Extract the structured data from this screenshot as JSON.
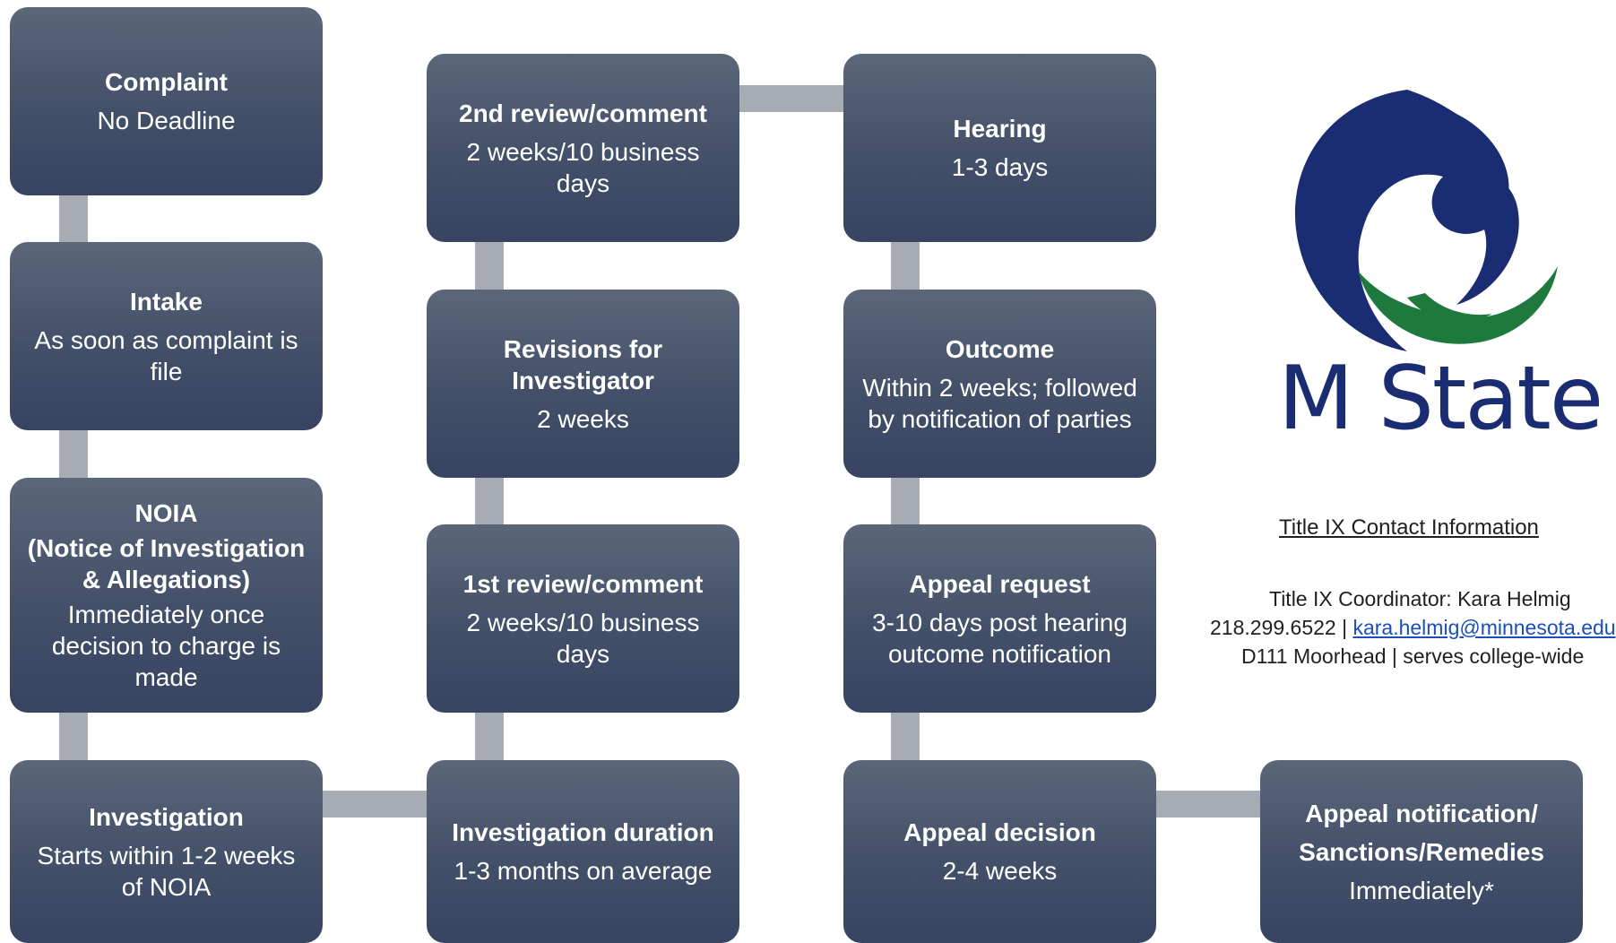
{
  "steps": {
    "complaint": {
      "title": "Complaint",
      "detail": "No Deadline"
    },
    "intake": {
      "title": "Intake",
      "detail": "As soon as complaint is file"
    },
    "noia": {
      "title": "NOIA",
      "subtitle": "(Notice of Investigation & Allegations)",
      "detail": "Immediately once decision to charge is made"
    },
    "investigation": {
      "title": "Investigation",
      "detail": "Starts within 1-2 weeks of NOIA"
    },
    "investigation_duration": {
      "title": "Investigation duration",
      "detail": "1-3 months on average"
    },
    "first_review": {
      "title": "1st review/comment",
      "detail": "2 weeks/10 business days"
    },
    "revisions": {
      "title": "Revisions for Investigator",
      "detail": "2 weeks"
    },
    "second_review": {
      "title": "2nd review/comment",
      "detail": "2 weeks/10 business days"
    },
    "hearing": {
      "title": "Hearing",
      "detail": "1-3 days"
    },
    "outcome": {
      "title": "Outcome",
      "detail": "Within 2 weeks; followed by notification of parties"
    },
    "appeal_request": {
      "title": "Appeal request",
      "detail": "3-10 days post hearing outcome notification"
    },
    "appeal_decision": {
      "title": "Appeal decision",
      "detail": "2-4 weeks"
    },
    "appeal_notification": {
      "title": "Appeal notification/",
      "subtitle": "Sanctions/Remedies",
      "detail": "Immediately*"
    }
  },
  "logo": {
    "text": "M State",
    "colors": {
      "navy": "#1b2d72",
      "green": "#1e7a3c"
    }
  },
  "contact": {
    "heading": "Title IX Contact Information",
    "coordinator": "Title IX Coordinator: Kara Helmig",
    "phone": "218.299.6522",
    "separator": "|",
    "email": "kara.helmig@minnesota.edu",
    "location": "D111 Moorhead | serves college-wide"
  },
  "colors": {
    "box_top": "#5b6679",
    "box_bottom": "#374462",
    "connector": "#a7abb3"
  }
}
